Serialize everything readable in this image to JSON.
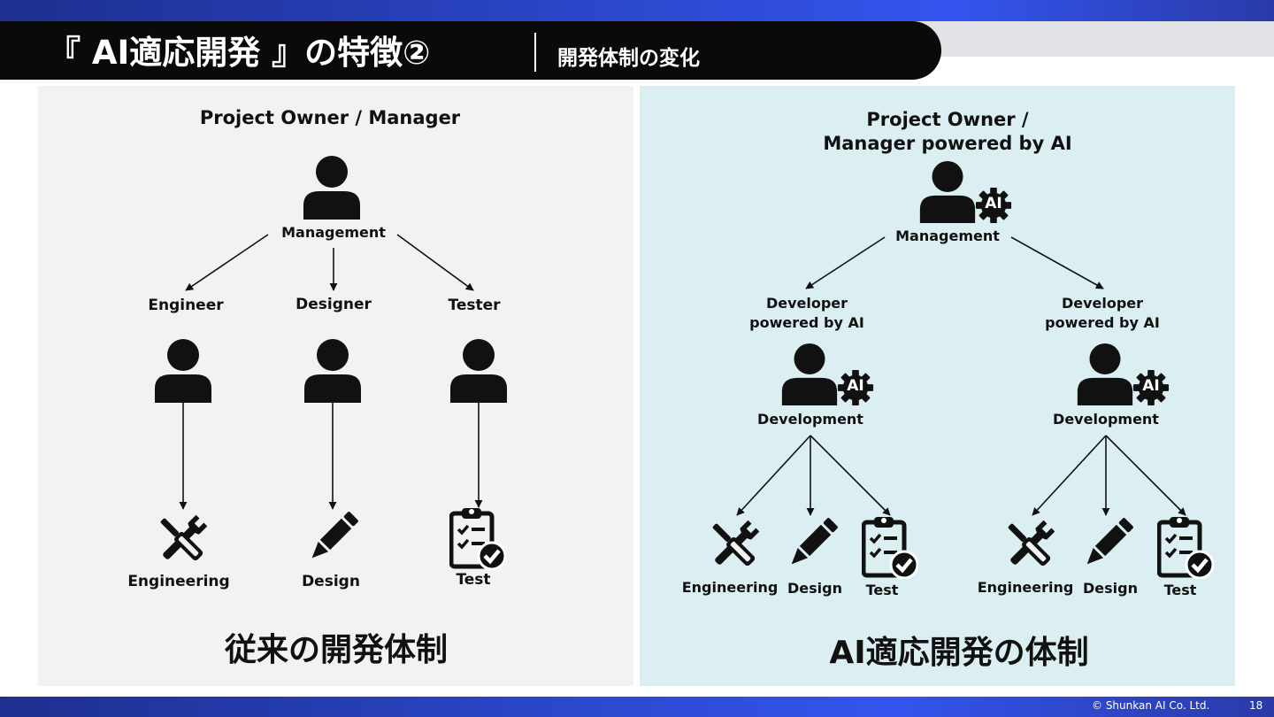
{
  "header": {
    "title": "『 AI適応開発 』の特徴②",
    "subtitle": "開発体制の変化"
  },
  "left": {
    "owner": "Project Owner / Manager",
    "management": "Management",
    "roles": [
      "Engineer",
      "Designer",
      "Tester"
    ],
    "outputs": [
      "Engineering",
      "Design",
      "Test"
    ],
    "caption": "従来の開発体制"
  },
  "right": {
    "owner_line1": "Project Owner /",
    "owner_line2": "Manager powered by AI",
    "management": "Management",
    "developer_line1": "Developer",
    "developer_line2": "powered by AI",
    "development": "Development",
    "outputs": [
      "Engineering",
      "Design",
      "Test"
    ],
    "ai_badge": "AI",
    "caption": "AI適応開発の体制"
  },
  "footer": {
    "copyright": "© Shunkan AI Co. Ltd.",
    "page": "18"
  },
  "icons": [
    "person-icon",
    "ai-gear-icon",
    "wrench-screwdriver-icon",
    "pencil-icon",
    "clipboard-check-icon"
  ],
  "colors": {
    "band": "#2e4ad8",
    "left_panel": "#f2f2f2",
    "right_panel": "#dbeff3",
    "icon": "#111111"
  }
}
